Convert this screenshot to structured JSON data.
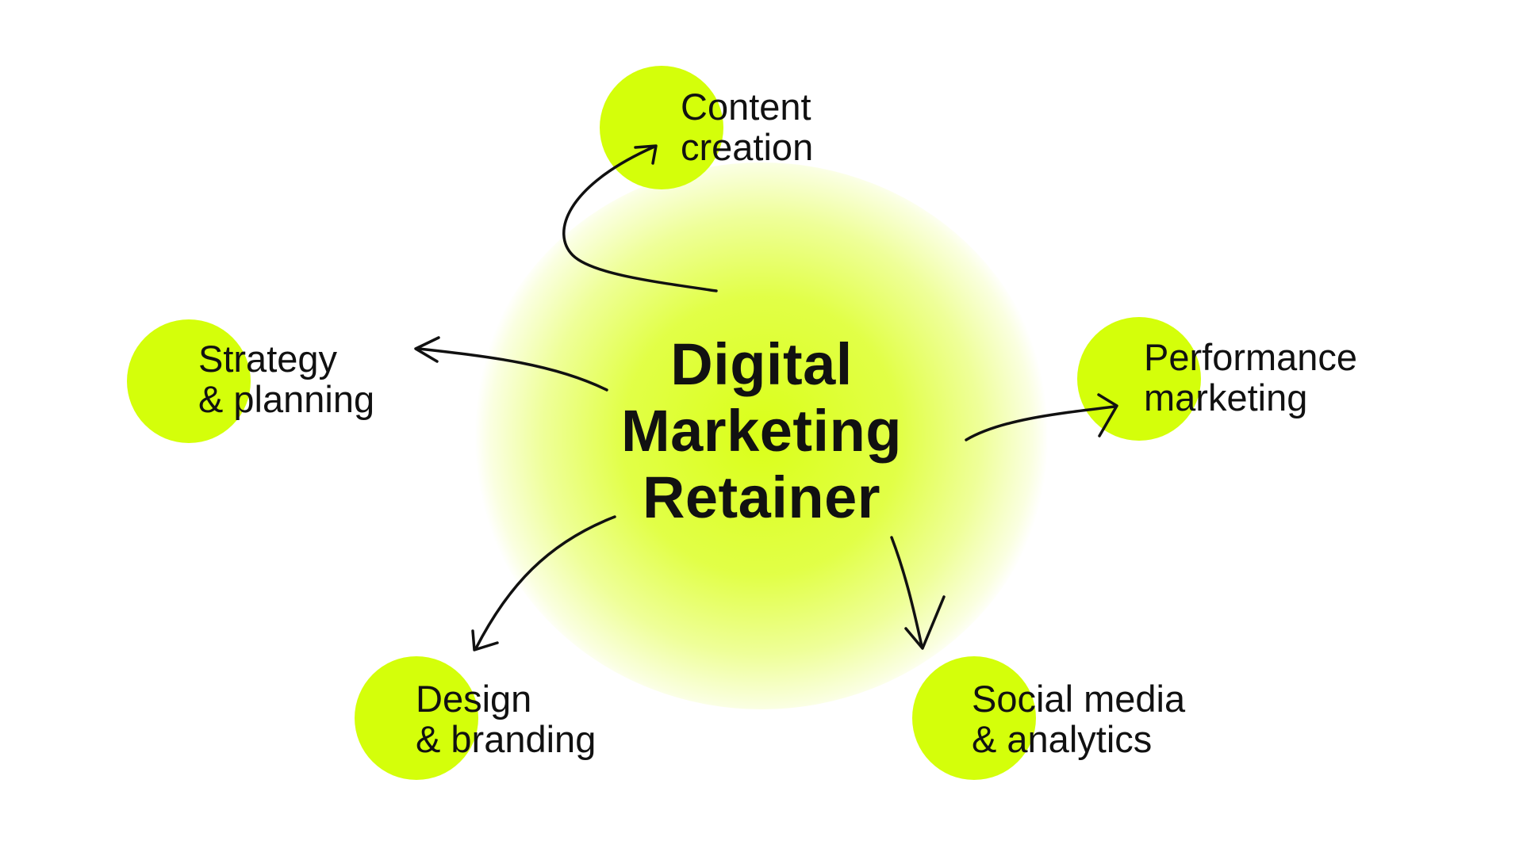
{
  "colors": {
    "accent": "#d4ff0a",
    "text": "#111111",
    "background": "#ffffff"
  },
  "center": {
    "line1": "Digital",
    "line2": "Marketing",
    "line3": "Retainer"
  },
  "nodes": {
    "content": {
      "line1": "Content",
      "line2": "creation"
    },
    "strategy": {
      "line1": "Strategy",
      "line2": "& planning"
    },
    "performance": {
      "line1": "Performance",
      "line2": "marketing"
    },
    "design": {
      "line1": "Design",
      "line2": "& branding"
    },
    "social": {
      "line1": "Social media",
      "line2": "& analytics"
    }
  }
}
